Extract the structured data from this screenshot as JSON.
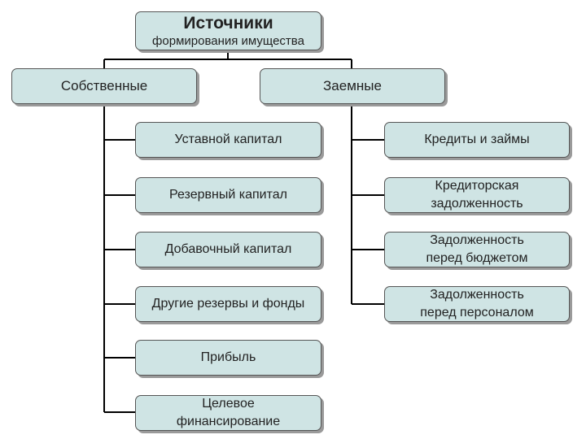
{
  "root": {
    "title": "Источники",
    "subtitle": "формирования имущества"
  },
  "own": {
    "label": "Собственные",
    "items": [
      {
        "line1": "Уставной капитал",
        "line2": ""
      },
      {
        "line1": "Резервный капитал",
        "line2": ""
      },
      {
        "line1": "Добавочный капитал",
        "line2": ""
      },
      {
        "line1": "Другие резервы и фонды",
        "line2": ""
      },
      {
        "line1": "Прибыль",
        "line2": ""
      },
      {
        "line1": "Целевое",
        "line2": "финансирование"
      }
    ]
  },
  "borrowed": {
    "label": "Заемные",
    "items": [
      {
        "line1": "Кредиты и займы",
        "line2": ""
      },
      {
        "line1": "Кредиторская",
        "line2": "задолженность"
      },
      {
        "line1": "Задолженность",
        "line2": "перед бюджетом"
      },
      {
        "line1": "Задолженность",
        "line2": "перед персоналом"
      }
    ]
  },
  "colors": {
    "box_fill": "#cfe4e4",
    "box_border": "#555555",
    "connector": "#000000"
  }
}
